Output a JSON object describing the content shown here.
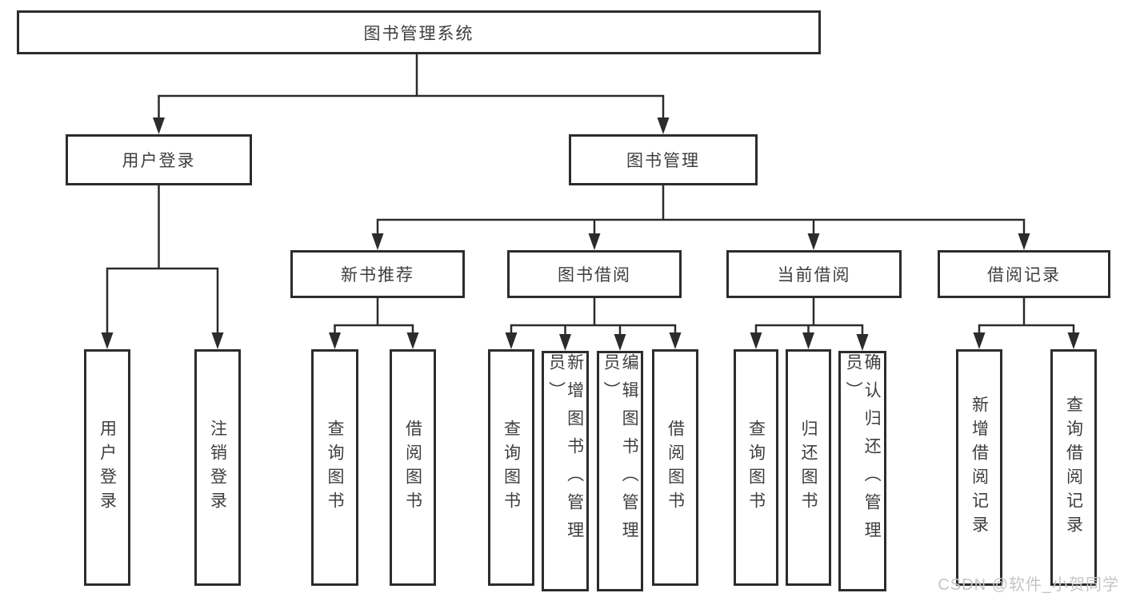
{
  "root": {
    "label": "图书管理系统"
  },
  "level2": {
    "user_login": "用户登录",
    "book_management": "图书管理"
  },
  "level3": {
    "new_book_recommend": "新书推荐",
    "book_borrow": "图书借阅",
    "current_borrow": "当前借阅",
    "borrow_records": "借阅记录"
  },
  "leaves": {
    "user_login_leaf": "用户登录",
    "logout": "注销登录",
    "nb_query_books": "查询图书",
    "nb_borrow_books": "借阅图书",
    "bb_query_books": "查询图书",
    "bb_add_books": "新增图书（管理员）",
    "bb_edit_books": "编辑图书（管理员）",
    "bb_borrow_books": "借阅图书",
    "cb_query_books": "查询图书",
    "cb_return_books": "归还图书",
    "cb_confirm_return": "确认归还（管理员）",
    "br_add_record": "新增借阅记录",
    "br_query_record": "查询借阅记录"
  },
  "watermark": "CSDN @软件_小贺同学",
  "colors": {
    "line": "#2c2c2c",
    "text": "#3e3e3e",
    "watermark": "#c5c5c5",
    "background": "#ffffff"
  }
}
